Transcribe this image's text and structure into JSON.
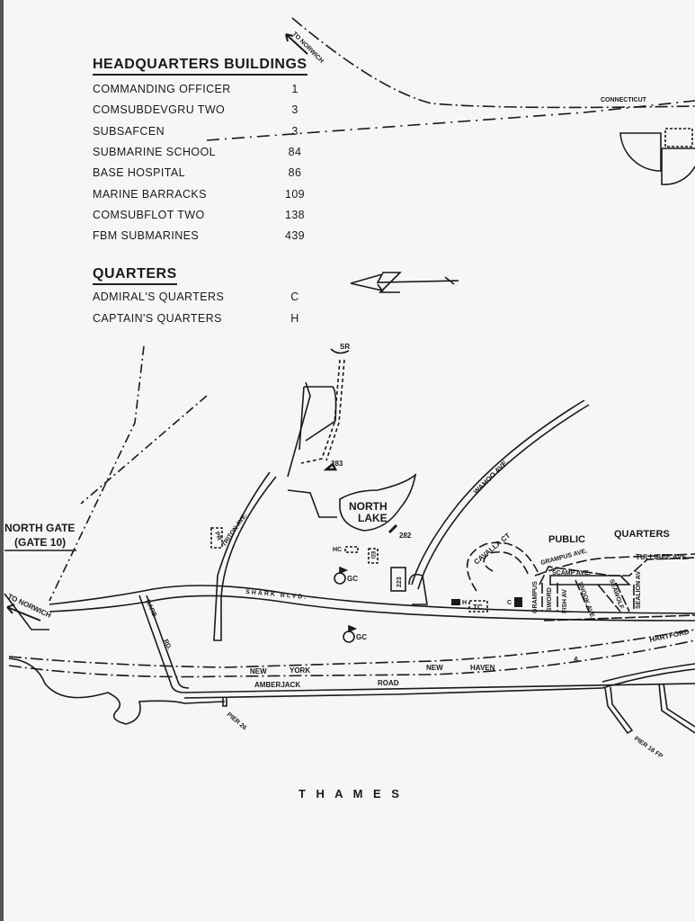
{
  "headquarters": {
    "title": "HEADQUARTERS BUILDINGS",
    "items": [
      {
        "name": "COMMANDING OFFICER",
        "number": "1"
      },
      {
        "name": "COMSUBDEVGRU TWO",
        "number": "3"
      },
      {
        "name": "SUBSAFCEN",
        "number": "3"
      },
      {
        "name": "SUBMARINE SCHOOL",
        "number": "84"
      },
      {
        "name": "BASE HOSPITAL",
        "number": "86"
      },
      {
        "name": "MARINE BARRACKS",
        "number": "109"
      },
      {
        "name": "COMSUBFLOT TWO",
        "number": "138"
      },
      {
        "name": "FBM SUBMARINES",
        "number": "439"
      }
    ]
  },
  "quarters": {
    "title": "QUARTERS",
    "items": [
      {
        "name": "ADMIRAL'S QUARTERS",
        "letter": "C"
      },
      {
        "name": "CAPTAIN'S QUARTERS",
        "letter": "H"
      }
    ]
  },
  "map": {
    "to_norwich_top": "TO NORWICH",
    "connecticut": "CONNECTICUT",
    "north_gate": "NORTH GATE",
    "gate_10": "(GATE 10)",
    "to_norwich": "TO NORWICH",
    "sr": "SR",
    "b283": "283",
    "north_lake_1": "NORTH",
    "north_lake_2": "LAKE",
    "b282": "282",
    "hc": "HC",
    "b223": "223",
    "gc": "GC",
    "pr": "PR",
    "ed": "ED",
    "wahoo": "WAHOO AVE.",
    "triton": "TRITON AVE.",
    "shark": "SHARK BLVD.",
    "barb": "BARB",
    "rd": "RD.",
    "public_quarters_1": "PUBLIC",
    "public_quarters_2": "QUARTERS",
    "cavalla": "CAVALLA CT",
    "grampus_ave": "GRAMPUS AVE.",
    "tullibee": "TULLIBEE AVE.",
    "scamp": "SCAMP AVE.",
    "grampus": "GRAMPUS",
    "sword": "SWORD",
    "fish": "FISH AV",
    "snook": "SNOOK AVE.",
    "seawolf": "SEAWOLF",
    "sealion": "SEALION AV",
    "h": "H",
    "tc": "TC",
    "c": "C",
    "new": "NEW",
    "york": "YORK",
    "new2": "NEW",
    "haven": "HAVEN",
    "amp": "&",
    "hartford": "HARTFORD",
    "amberjack": "AMBERJACK",
    "road": "ROAD",
    "pier26": "PIER 26",
    "pier18": "PIER 18 FP",
    "thames": "T H A M E S"
  }
}
